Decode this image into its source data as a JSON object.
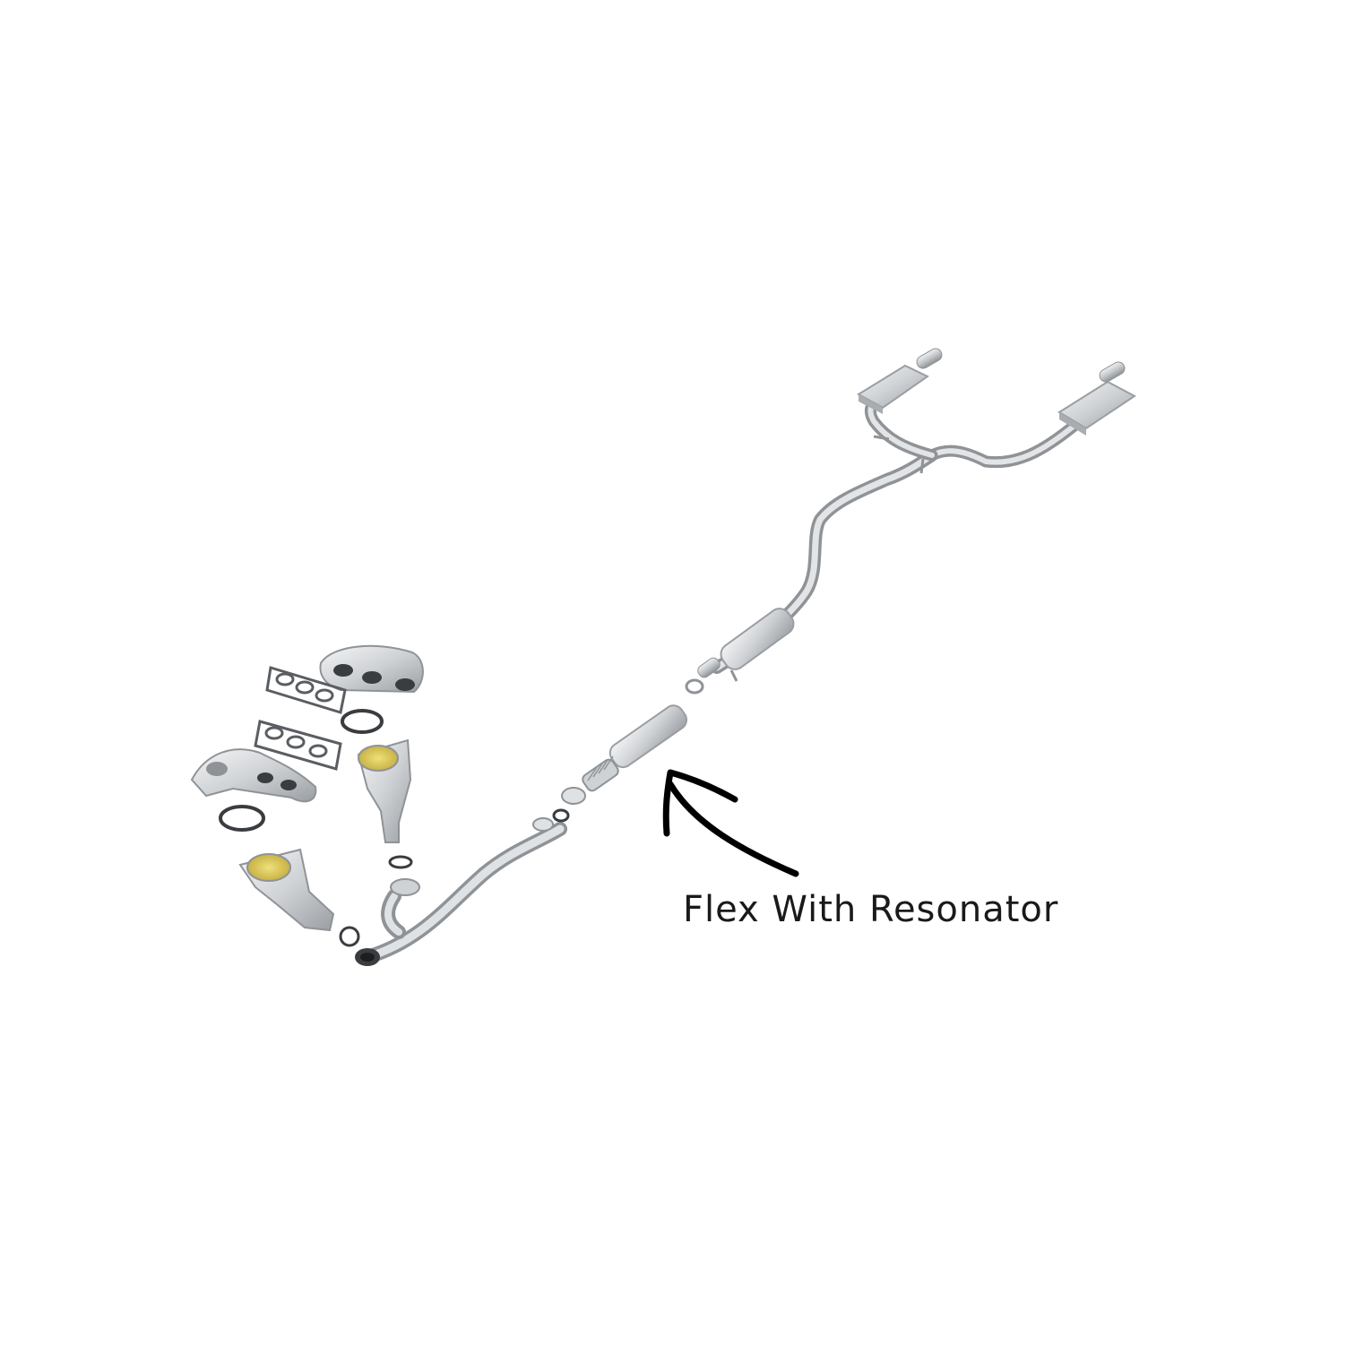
{
  "diagram": {
    "callout": {
      "label": "Flex With Resonator"
    },
    "colors": {
      "background": "#ffffff",
      "metal": "#c9cbcd",
      "metal_light": "#eceef0",
      "metal_dark": "#8f9397",
      "catalyst_face": "#d9c75a",
      "gasket": "#3a3d40",
      "arrow": "#000000"
    },
    "parts": [
      "exhaust-manifold-upper",
      "exhaust-manifold-lower",
      "manifold-gasket",
      "catalytic-converter",
      "front-y-pipe",
      "flex-pipe-with-resonator",
      "mid-pipe-with-muffler",
      "rear-y-pipe",
      "rear-muffler",
      "exhaust-tip"
    ]
  }
}
